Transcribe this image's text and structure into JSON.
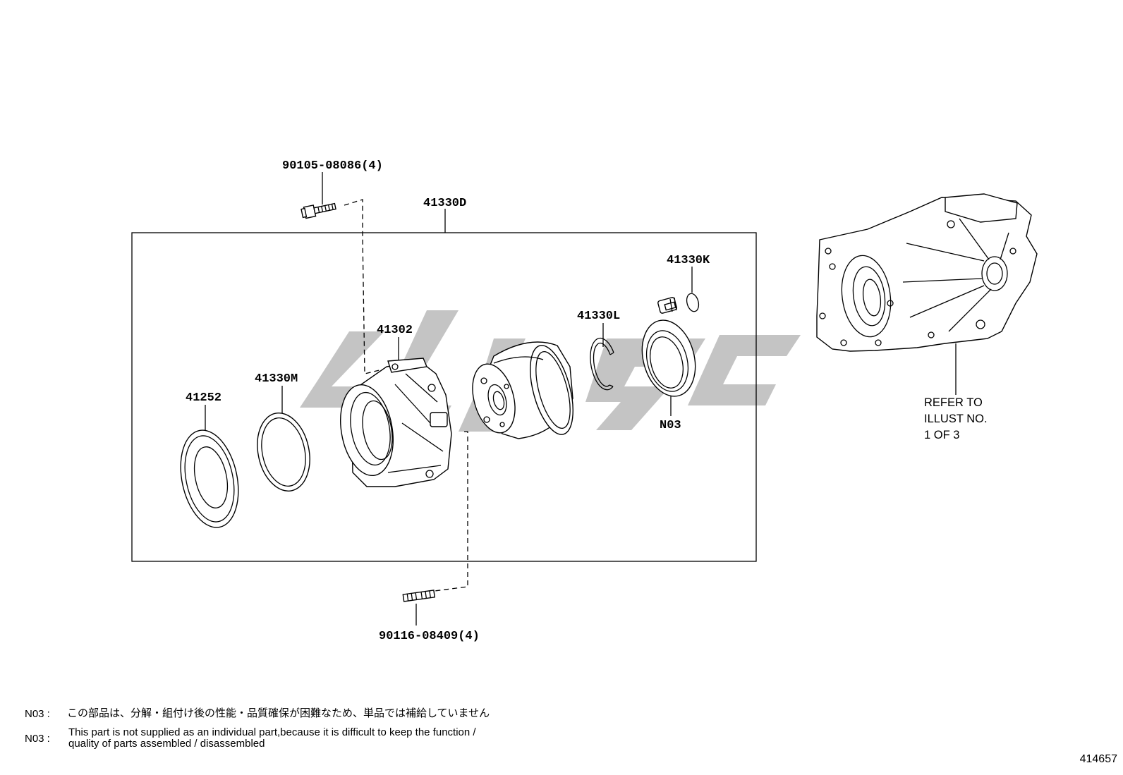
{
  "diagram": {
    "parts": {
      "p_90105": "90105-08086(4)",
      "p_41330D": "41330D",
      "p_41330K": "41330K",
      "p_41330L": "41330L",
      "p_41302": "41302",
      "p_41330M": "41330M",
      "p_41252": "41252",
      "p_N03": "N03",
      "p_90116": "90116-08409(4)"
    },
    "refer": {
      "line1": "REFER TO",
      "line2": "ILLUST NO.",
      "line3": "1 OF 3"
    },
    "icons": {
      "watermark": "brand-logo-watermark"
    }
  },
  "notes": {
    "jp_tag": "N03 :",
    "jp_text": "この部品は、分解・組付け後の性能・品質確保が困難なため、単品では補給していません",
    "en_tag": "N03 :",
    "en_line1": "This part is not supplied as an individual part,because it is difficult to keep the function /",
    "en_line2": "quality of parts assembled / disassembled"
  },
  "figure_number": "414657"
}
